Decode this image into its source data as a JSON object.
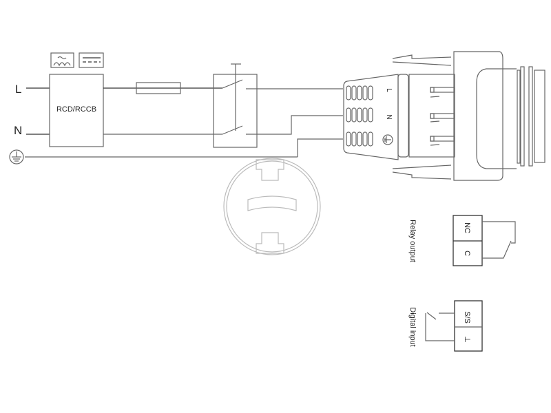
{
  "mains": {
    "live_label": "L",
    "neutral_label": "N",
    "earth_icon": "protective-earth-icon"
  },
  "rcd": {
    "label": "RCD/RCCB",
    "icons": [
      "ac-pulsating-icon",
      "dc-icon"
    ]
  },
  "connector": {
    "pin_labels": [
      "L",
      "N"
    ],
    "earth_icon": "protective-earth-icon"
  },
  "relay": {
    "title": "Relay output",
    "terminals": [
      "NC",
      "C"
    ]
  },
  "digital": {
    "title": "Digital input",
    "terminals": [
      "S/S",
      "⊥"
    ]
  },
  "colors": {
    "line": "#666666",
    "text": "#222222",
    "faint": "#bbbbbb"
  }
}
